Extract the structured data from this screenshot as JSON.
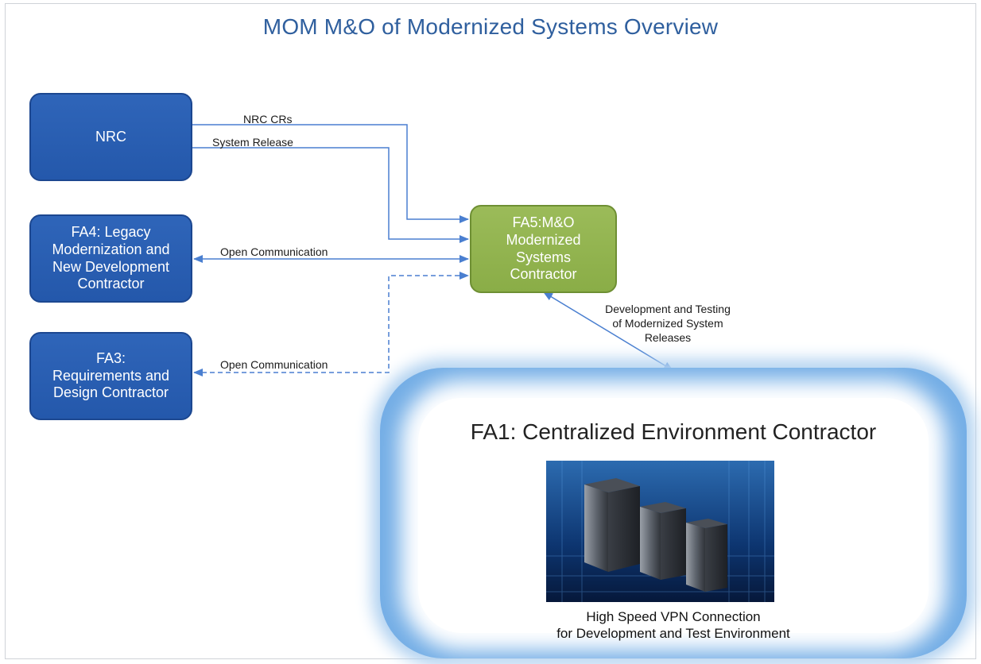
{
  "title": "MOM M&O of Modernized Systems Overview",
  "boxes": {
    "nrc": "NRC",
    "fa4": "FA4: Legacy\nModernization and\nNew Development\nContractor",
    "fa3": "FA3:\nRequirements and\nDesign Contractor",
    "fa5": "FA5:M&O\nModernized\nSystems\nContractor"
  },
  "connectors": {
    "nrc_crs": "NRC CRs",
    "system_release": "System Release",
    "open_comm_fa4": "Open Communication",
    "open_comm_fa3": "Open Communication",
    "dev_testing": "Development and Testing\nof Modernized System\nReleases"
  },
  "fa1": {
    "title": "FA1: Centralized Environment Contractor",
    "caption": "High Speed VPN  Connection\nfor Development and Test Environment"
  },
  "colors": {
    "title": "#2f5f9e",
    "box_blue": "#2b60b3",
    "box_green": "#9bbb59",
    "arrow": "#4a7fd0",
    "fa1_border": "#74aee6"
  }
}
